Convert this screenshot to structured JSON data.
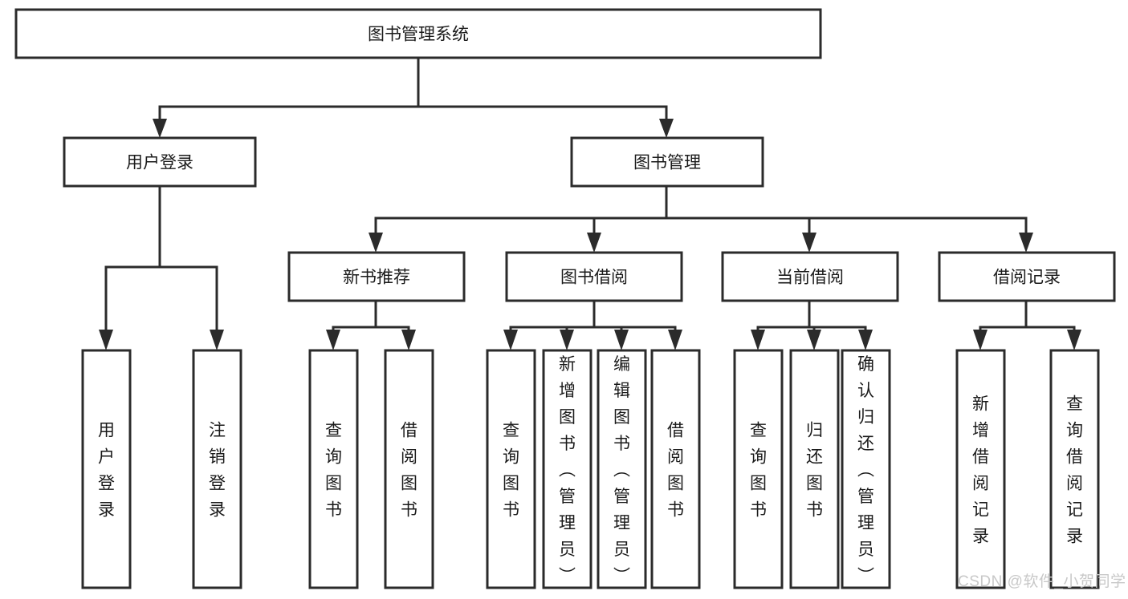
{
  "diagram": {
    "title": "图书管理系统",
    "type": "tree",
    "colors": {
      "stroke": "#2b2b2b",
      "fill": "#ffffff",
      "text": "#1a1a1a",
      "watermark": "#c8c8c8",
      "background": "#ffffff"
    },
    "root": {
      "id": "root",
      "label": "图书管理系统",
      "orientation": "horizontal"
    },
    "level2": [
      {
        "id": "user-login",
        "label": "用户登录",
        "orientation": "horizontal"
      },
      {
        "id": "book-manage",
        "label": "图书管理",
        "orientation": "horizontal"
      }
    ],
    "level3": [
      {
        "id": "new-book-recommend",
        "label": "新书推荐",
        "orientation": "horizontal",
        "parent": "book-manage"
      },
      {
        "id": "book-borrow",
        "label": "图书借阅",
        "orientation": "horizontal",
        "parent": "book-manage"
      },
      {
        "id": "current-borrow",
        "label": "当前借阅",
        "orientation": "horizontal",
        "parent": "book-manage"
      },
      {
        "id": "borrow-record",
        "label": "借阅记录",
        "orientation": "horizontal",
        "parent": "book-manage"
      }
    ],
    "leaves": [
      {
        "id": "leaf-user-login",
        "label": "用户登录",
        "orientation": "vertical",
        "parent": "user-login"
      },
      {
        "id": "leaf-logout-login",
        "label": "注销登录",
        "orientation": "vertical",
        "parent": "user-login"
      },
      {
        "id": "leaf-query-book-1",
        "label": "查询图书",
        "orientation": "vertical",
        "parent": "new-book-recommend"
      },
      {
        "id": "leaf-borrow-book-1",
        "label": "借阅图书",
        "orientation": "vertical",
        "parent": "new-book-recommend"
      },
      {
        "id": "leaf-query-book-2",
        "label": "查询图书",
        "orientation": "vertical",
        "parent": "book-borrow"
      },
      {
        "id": "leaf-add-book",
        "label": "新增图书（管理员）",
        "orientation": "vertical",
        "parent": "book-borrow"
      },
      {
        "id": "leaf-edit-book",
        "label": "编辑图书（管理员）",
        "orientation": "vertical",
        "parent": "book-borrow"
      },
      {
        "id": "leaf-borrow-book-2",
        "label": "借阅图书",
        "orientation": "vertical",
        "parent": "book-borrow"
      },
      {
        "id": "leaf-query-book-3",
        "label": "查询图书",
        "orientation": "vertical",
        "parent": "current-borrow"
      },
      {
        "id": "leaf-return-book",
        "label": "归还图书",
        "orientation": "vertical",
        "parent": "current-borrow"
      },
      {
        "id": "leaf-confirm-return",
        "label": "确认归还（管理员）",
        "orientation": "vertical",
        "parent": "current-borrow"
      },
      {
        "id": "leaf-add-record",
        "label": "新增借阅记录",
        "orientation": "vertical",
        "parent": "borrow-record"
      },
      {
        "id": "leaf-query-record",
        "label": "查询借阅记录",
        "orientation": "vertical",
        "parent": "borrow-record"
      }
    ]
  },
  "watermark": {
    "text": "CSDN @软件_小贺同学"
  }
}
